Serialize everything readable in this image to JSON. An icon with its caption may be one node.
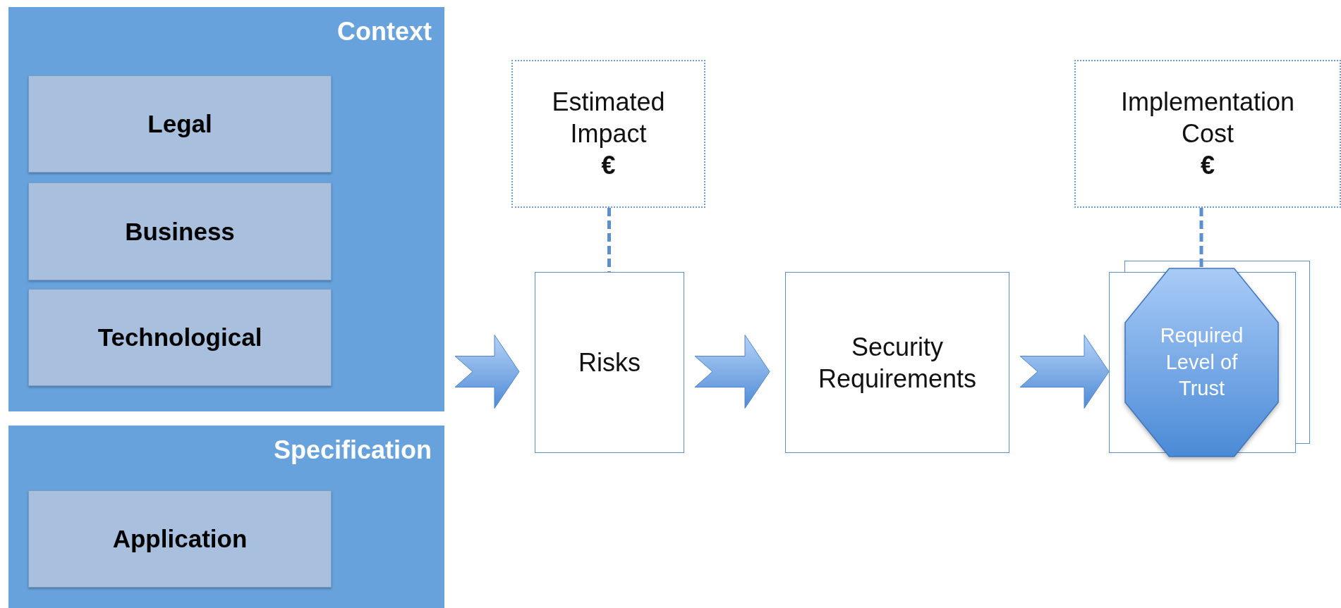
{
  "diagram": {
    "nodes": [
      {
        "text": [
          "Context"
        ]
      },
      {
        "text": [
          "Legal"
        ],
        "in": 0
      },
      {
        "text": [
          "Business"
        ],
        "in": 0
      },
      {
        "text": [
          "Technological"
        ],
        "in": 0
      },
      {
        "text": [
          "Specification"
        ]
      },
      {
        "text": [
          "Application"
        ],
        "in": 4
      },
      {
        "text": [
          "Estimated Impact",
          "€"
        ]
      },
      {
        "text": [
          "Risks"
        ]
      },
      {
        "text": [
          "Security Requirements"
        ]
      },
      {
        "text": [
          "Implementation Cost",
          "€"
        ]
      },
      {
        "text": [
          "Required Level of Trust"
        ]
      }
    ],
    "edges": [
      {
        "from": 0,
        "to": 7,
        "arrow": "to",
        "style": "thick"
      },
      {
        "from": 7,
        "to": 8,
        "arrow": "to",
        "style": "thick"
      },
      {
        "from": 8,
        "to": 10,
        "arrow": "to",
        "style": "thick"
      },
      {
        "from": 6,
        "to": 7,
        "arrow": "none",
        "style": "dashed"
      },
      {
        "from": 9,
        "to": 10,
        "arrow": "none",
        "style": "dashed"
      }
    ]
  }
}
